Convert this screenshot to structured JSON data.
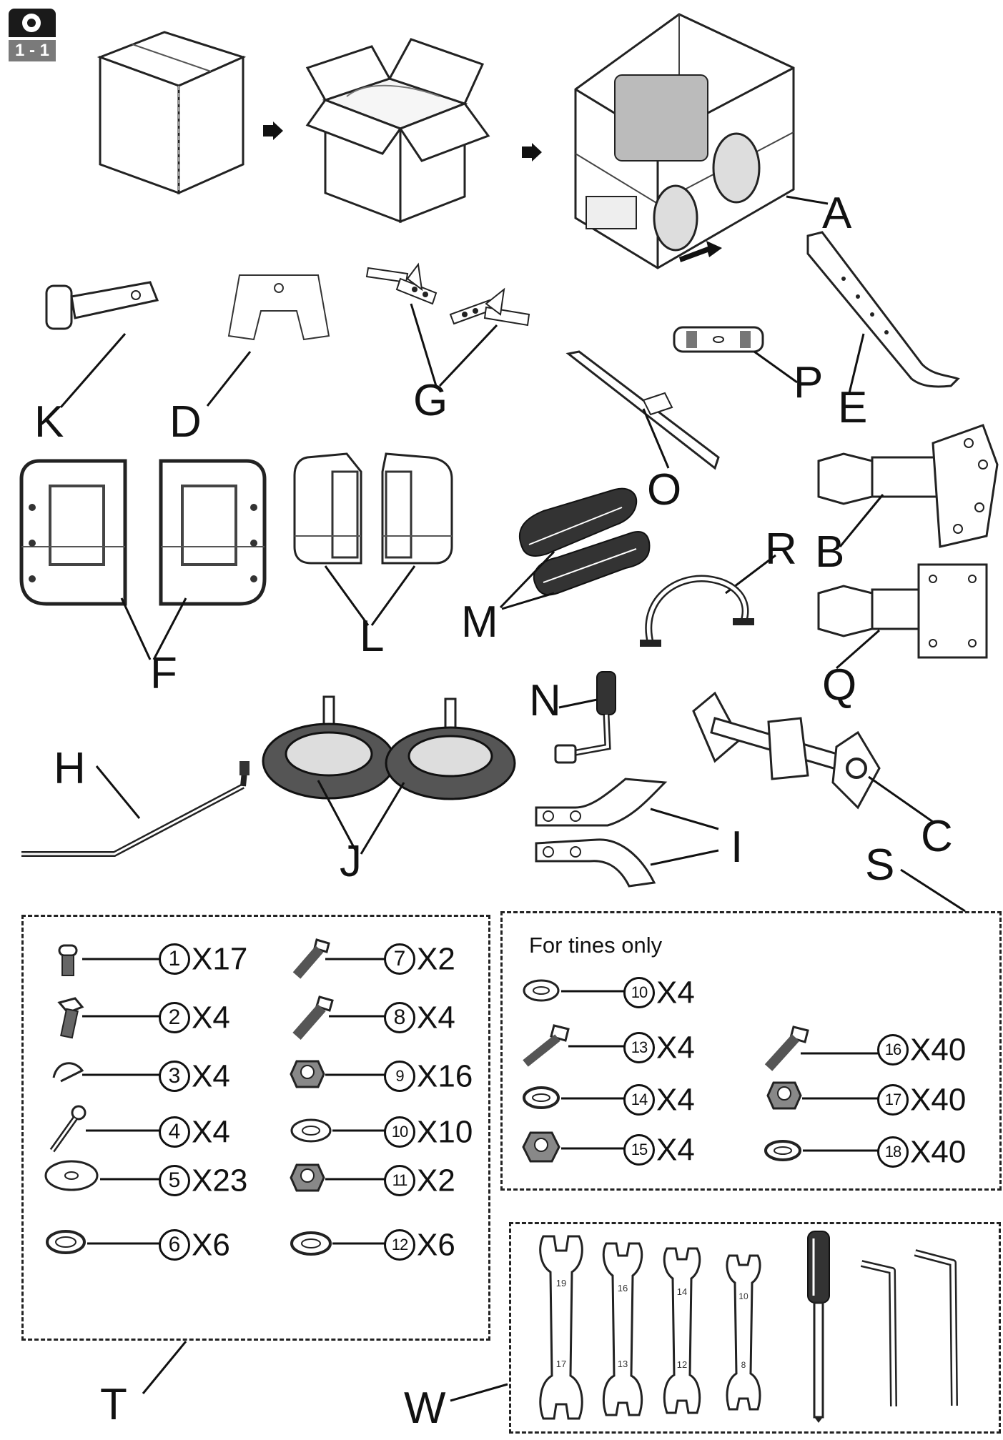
{
  "header": {
    "step_badge": "1 - 1"
  },
  "part_labels": {
    "A": "A",
    "B": "B",
    "C": "C",
    "D": "D",
    "E": "E",
    "F": "F",
    "G": "G",
    "H": "H",
    "I": "I",
    "J": "J",
    "K": "K",
    "L": "L",
    "M": "M",
    "N": "N",
    "O": "O",
    "P": "P",
    "Q": "Q",
    "R": "R",
    "S": "S",
    "T": "T",
    "W": "W"
  },
  "hardware_T": [
    {
      "num": "1",
      "qty": "X17"
    },
    {
      "num": "2",
      "qty": "X4"
    },
    {
      "num": "3",
      "qty": "X4"
    },
    {
      "num": "4",
      "qty": "X4"
    },
    {
      "num": "5",
      "qty": "X23"
    },
    {
      "num": "6",
      "qty": "X6"
    },
    {
      "num": "7",
      "qty": "X2"
    },
    {
      "num": "8",
      "qty": "X4"
    },
    {
      "num": "9",
      "qty": "X16"
    },
    {
      "num": "10",
      "qty": "X10"
    },
    {
      "num": "11",
      "qty": "X2"
    },
    {
      "num": "12",
      "qty": "X6"
    }
  ],
  "hardware_S": {
    "note": "For tines only",
    "items": [
      {
        "num": "10",
        "qty": "X4"
      },
      {
        "num": "13",
        "qty": "X4"
      },
      {
        "num": "14",
        "qty": "X4"
      },
      {
        "num": "15",
        "qty": "X4"
      },
      {
        "num": "16",
        "qty": "X40"
      },
      {
        "num": "17",
        "qty": "X40"
      },
      {
        "num": "18",
        "qty": "X40"
      }
    ]
  },
  "tools_W": {
    "wrench_sizes": [
      {
        "top": "19",
        "bottom": "17"
      },
      {
        "top": "16",
        "bottom": "13"
      },
      {
        "top": "14",
        "bottom": "12"
      },
      {
        "top": "10",
        "bottom": "8"
      }
    ]
  }
}
